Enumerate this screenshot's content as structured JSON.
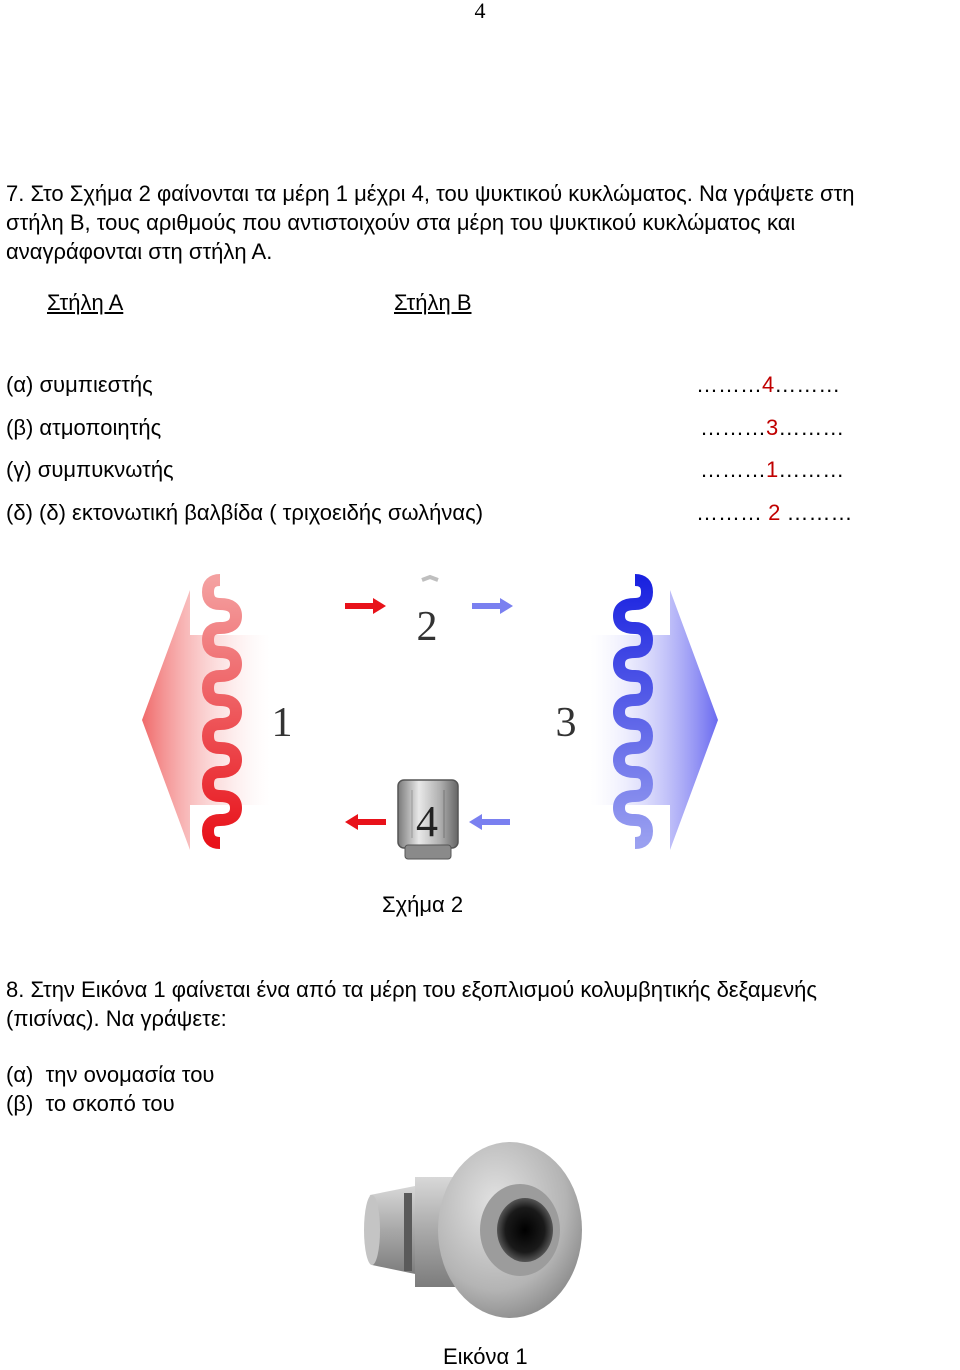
{
  "page_number": "4",
  "question7": {
    "lines": [
      "7.  Στο Σχήμα 2 φαίνονται τα μέρη 1 μέχρι 4, του ψυκτικού κυκλώματος. Να γράψετε στη",
      "στήλη Β, τους αριθμούς που αντιστοιχούν στα μέρη του ψυκτικού κυκλώματος και",
      "αναγράφονται στη στήλη Α."
    ],
    "column_a_header": "Στήλη Α",
    "column_b_header": "Στήλη Β",
    "rows": [
      {
        "label": "(α) συμπιεστής",
        "pre": "………",
        "answer": "4",
        "post": "………"
      },
      {
        "label": "(β) ατμοποιητής",
        "pre": "………",
        "answer": "3",
        "post": "………"
      },
      {
        "label": "(γ) συμπυκνωτής",
        "pre": "………",
        "answer": "1",
        "post": "………"
      },
      {
        "label": "(δ) (δ) εκτονωτική βαλβίδα ( τριχοειδής σωλήνας)",
        "pre": "……… ",
        "answer": "2",
        "post": " ………"
      }
    ],
    "figure": {
      "labels": {
        "part1": "1",
        "part2": "2",
        "part3": "3",
        "part4": "4"
      },
      "caption": "Σχήμα 2"
    }
  },
  "question8": {
    "lines": [
      "8. Στην Εικόνα 1 φαίνεται ένα από τα μέρη του εξοπλισμού κολυμβητικής δεξαμενής",
      "(πισίνας). Να γράψετε:"
    ],
    "items": [
      {
        "marker": "(α)",
        "text": "την ονομασία του"
      },
      {
        "marker": "(β)",
        "text": "το σκοπό του"
      }
    ],
    "image_caption": "Εικόνα 1"
  },
  "colors": {
    "hot": "#e8121a",
    "hot_light": "#f4a6a6",
    "cold": "#1a22e0",
    "cold_light": "#a9b0f4",
    "answer": "#c00000"
  }
}
